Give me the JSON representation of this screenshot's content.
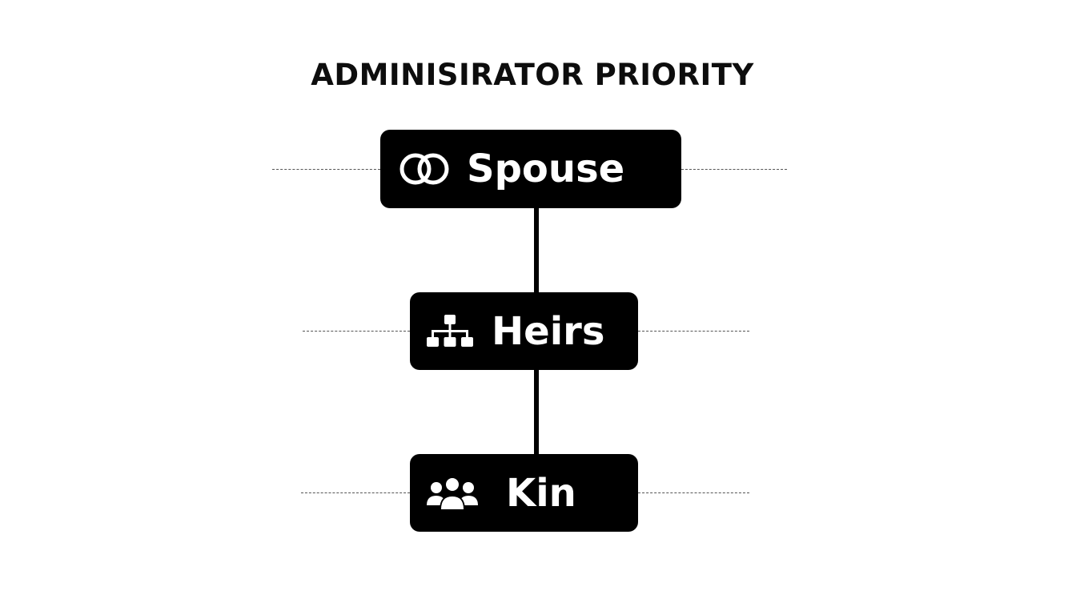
{
  "title": "ADMINISIRATOR PRIORITY",
  "colors": {
    "background": "#ffffff",
    "node_fill": "#000000",
    "node_text": "#ffffff",
    "connector": "#000000",
    "dashed_line": "#555555"
  },
  "nodes": [
    {
      "label": "Spouse",
      "icon": "interlocking-rings-icon"
    },
    {
      "label": "Heirs",
      "icon": "hierarchy-icon"
    },
    {
      "label": "Kin",
      "icon": "people-group-icon"
    }
  ]
}
